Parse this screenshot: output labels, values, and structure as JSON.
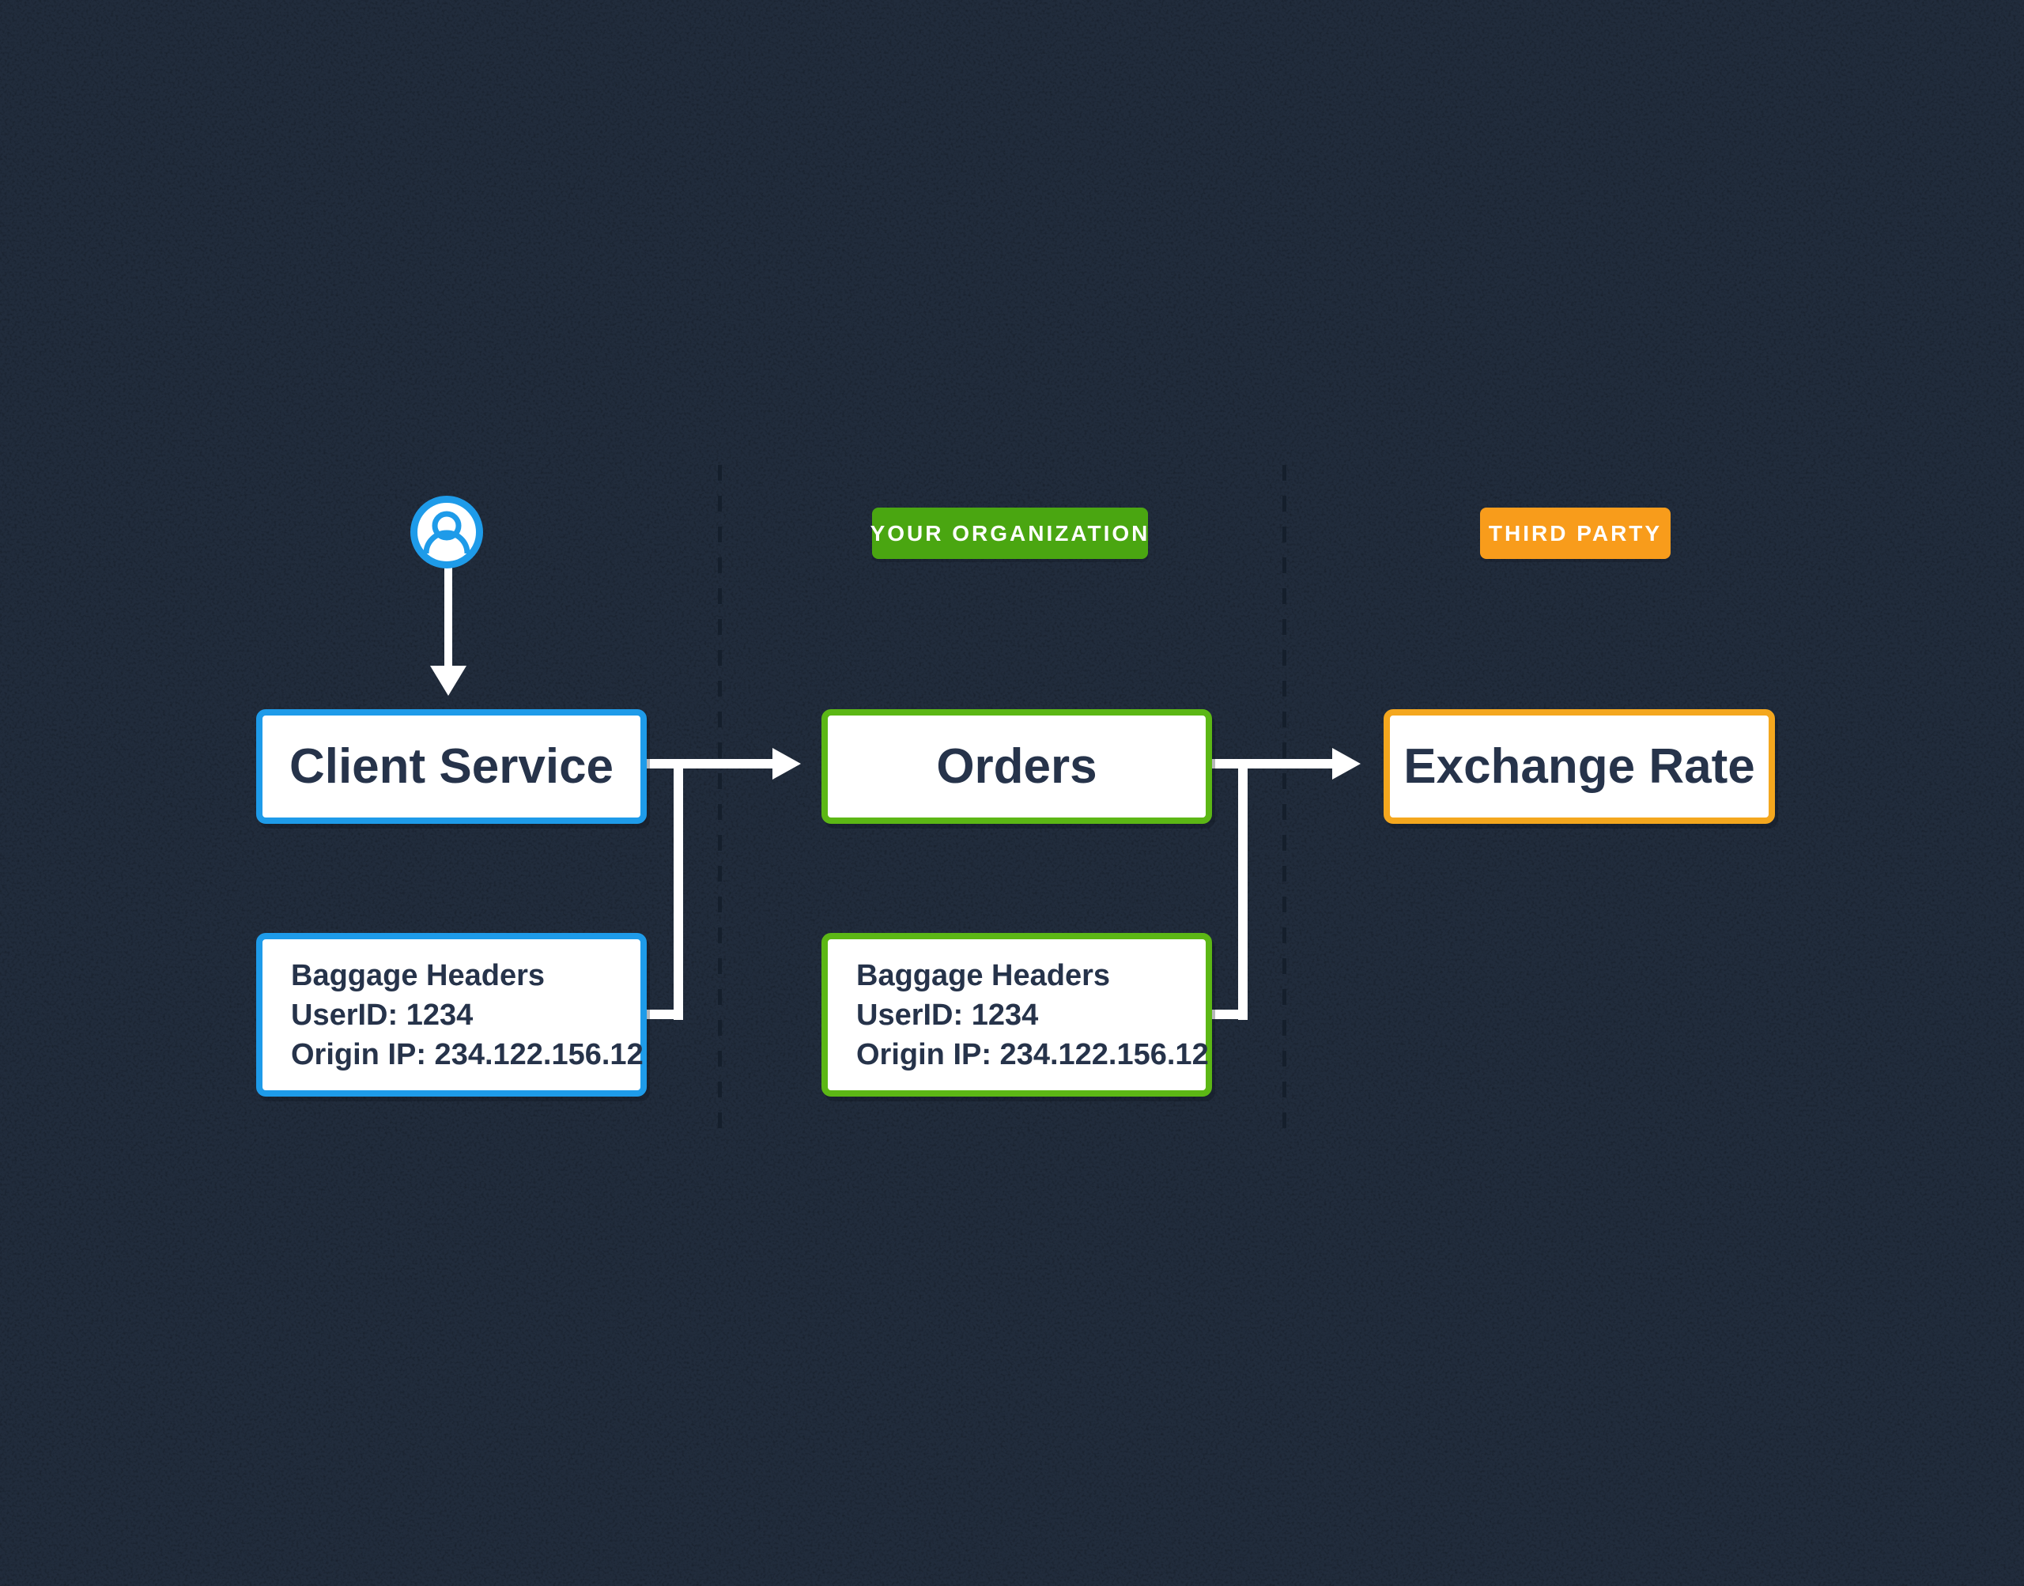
{
  "badges": {
    "your_organization": {
      "label": "YOUR ORGANIZATION",
      "color": "#4AA611"
    },
    "third_party": {
      "label": "THIRD PARTY",
      "color": "#F89C1B"
    }
  },
  "nodes": [
    {
      "id": "client-service",
      "label": "Client Service",
      "accent": "#1E9BE9"
    },
    {
      "id": "orders",
      "label": "Orders",
      "accent": "#5CB715"
    },
    {
      "id": "exchange-rate",
      "label": "Exchange Rate",
      "accent": "#F4A71E"
    }
  ],
  "baggage_boxes": [
    {
      "title": "Baggage Headers",
      "user_id": "UserID: 1234",
      "origin_ip": "Origin IP: 234.122.156.12",
      "accent": "#1E9BE9"
    },
    {
      "title": "Baggage Headers",
      "user_id": "UserID: 1234",
      "origin_ip": "Origin IP: 234.122.156.12",
      "accent": "#5CB715"
    }
  ],
  "icons": {
    "user": "user-circle-icon"
  },
  "colors": {
    "background": "#212C3C",
    "divider": "#151F2C",
    "connector": "#FFFFFF",
    "node_text": "#26334A",
    "badge_text": "#FFFFFF"
  }
}
